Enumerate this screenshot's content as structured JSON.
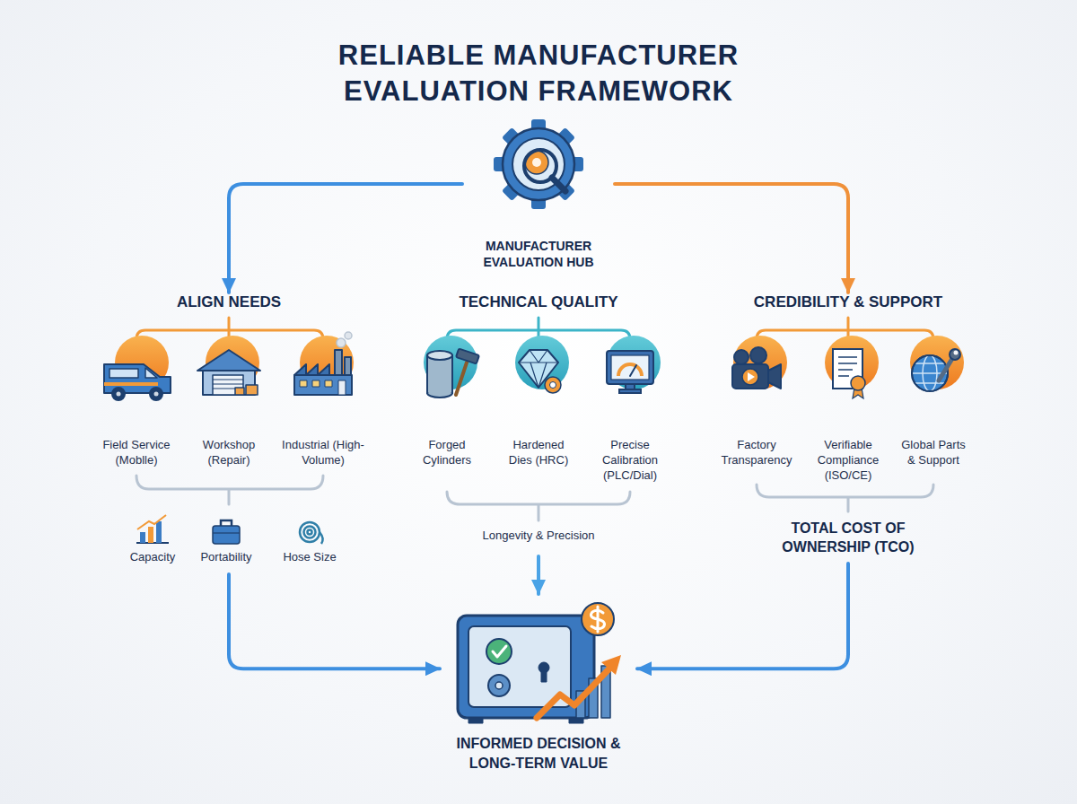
{
  "diagram": {
    "title": "RELIABLE MANUFACTURER EVALUATION FRAMEWORK",
    "nodes": [
      {
        "text": [
          "MANUFACTURER EVALUATION HUB"
        ]
      },
      {
        "text": [
          "ALIGN NEEDS"
        ]
      },
      {
        "text": [
          "Field Service (Moblle)"
        ],
        "in": 1
      },
      {
        "text": [
          "Workshop (Repair)"
        ],
        "in": 1
      },
      {
        "text": [
          "Industrial (High-Volume)"
        ],
        "in": 1
      },
      {
        "text": [
          "TECHNICAL QUALITY",
          "Longevity & Precision"
        ]
      },
      {
        "text": [
          "Forged Cylinders"
        ],
        "in": 5
      },
      {
        "text": [
          "Hardened Dies (HRC)"
        ],
        "in": 5
      },
      {
        "text": [
          "Precise Calibration (PLC/Dial)"
        ],
        "in": 5
      },
      {
        "text": [
          "CREDIBILITY & SUPPORT",
          "TOTAL COST OF OWNERSHIP (TCO)"
        ]
      },
      {
        "text": [
          "Factory Transparency"
        ],
        "in": 9
      },
      {
        "text": [
          "Verifiable Compliance (ISO/CE)"
        ],
        "in": 9
      },
      {
        "text": [
          "Global Parts & Support"
        ],
        "in": 9
      },
      {
        "text": [
          "INFORMED DECISION & LONG-TERM VALUE"
        ]
      }
    ],
    "edges": [
      {
        "from": 0,
        "to": 1,
        "arrow": "to"
      },
      {
        "from": 0,
        "to": 9,
        "arrow": "to"
      },
      {
        "from": 1,
        "to": 13,
        "arrow": "to"
      },
      {
        "from": 5,
        "to": 13,
        "arrow": "to"
      },
      {
        "from": 9,
        "to": 13,
        "arrow": "to"
      }
    ],
    "labels": [
      "Capacity",
      "Portability",
      "Hose Size"
    ]
  }
}
